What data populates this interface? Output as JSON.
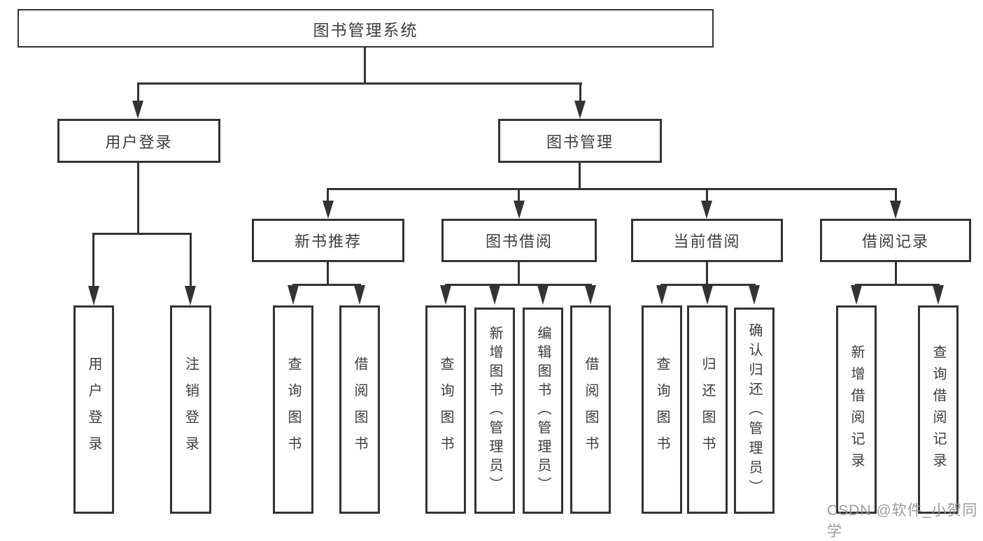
{
  "diagram": {
    "title": "图书管理系统",
    "user_login": {
      "label": "用户登录",
      "children": [
        "用户登录",
        "注销登录"
      ]
    },
    "book_mgmt": {
      "label": "图书管理",
      "sections": [
        {
          "label": "新书推荐",
          "children": [
            "查询图书",
            "借阅图书"
          ]
        },
        {
          "label": "图书借阅",
          "children": [
            "查询图书",
            "新增图书（管理员）",
            "编辑图书（管理员）",
            "借阅图书"
          ]
        },
        {
          "label": "当前借阅",
          "children": [
            "查询图书",
            "归还图书",
            "确认归还（管理员）"
          ]
        },
        {
          "label": "借阅记录",
          "children": [
            "新增借阅记录",
            "查询借阅记录"
          ]
        }
      ]
    },
    "colors": {
      "line": "#333333",
      "text": "#3d3d3d",
      "background": "#ffffff",
      "watermark": "#94949a"
    },
    "watermark": "CSDN @软件_小贺同学"
  }
}
